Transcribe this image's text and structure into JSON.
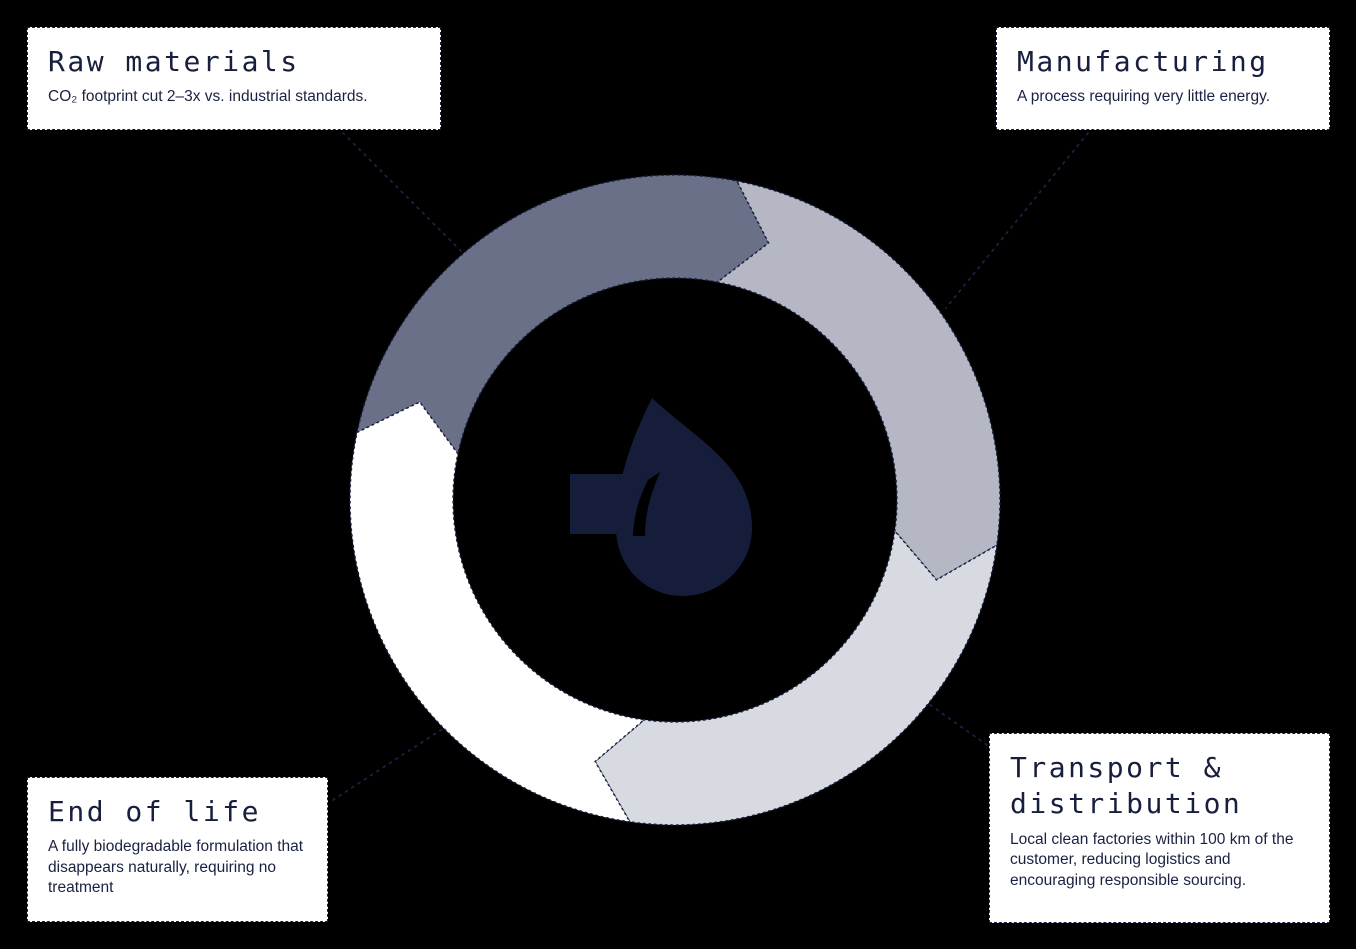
{
  "background": "#000000",
  "colors": {
    "navy": "#161d3a",
    "segment_raw_materials": "#6a7087",
    "segment_manufacturing": "#b5b8c4",
    "segment_transport": "#d8dae2",
    "segment_end_of_life": "#ffffff"
  },
  "cards": {
    "raw_materials": {
      "title": "Raw materials",
      "description": "CO₂ footprint cut 2–3x vs. industrial standards."
    },
    "manufacturing": {
      "title": "Manufacturing",
      "description": "A process requiring very little energy."
    },
    "end_of_life": {
      "title": "End of life",
      "description": "A fully biodegradable formulation that disappears naturally, requiring no treatment"
    },
    "transport": {
      "title": "Transport & distribution",
      "description": "Local clean factories within 100 km of the customer, reducing logistics and encouraging responsible sourcing."
    }
  },
  "diagram": {
    "type": "circular-lifecycle",
    "direction": "clockwise",
    "segments": [
      "Raw materials",
      "Manufacturing",
      "Transport & distribution",
      "End of life"
    ],
    "center_logo": "droplet-logo"
  }
}
